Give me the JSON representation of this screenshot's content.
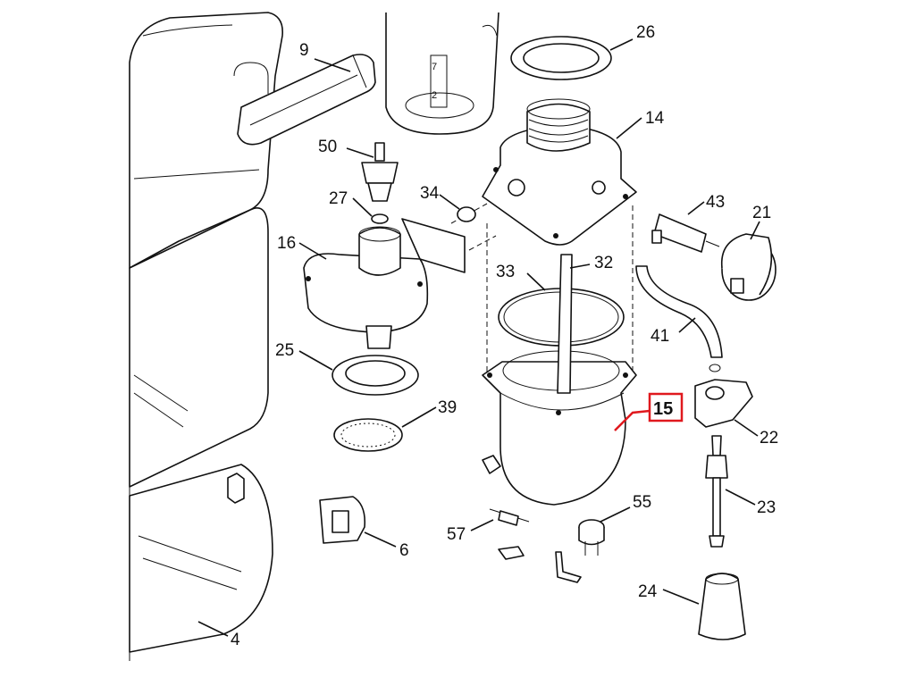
{
  "diagram": {
    "highlight_color": "#e0191e",
    "highlighted_part": "15",
    "labels": {
      "p4": "4",
      "p6": "6",
      "p9": "9",
      "p14": "14",
      "p15": "15",
      "p16": "16",
      "p21": "21",
      "p22": "22",
      "p23": "23",
      "p24": "24",
      "p25": "25",
      "p26": "26",
      "p27": "27",
      "p32": "32",
      "p33": "33",
      "p34": "34",
      "p39": "39",
      "p41": "41",
      "p43": "43",
      "p50": "50",
      "p55": "55",
      "p57": "57"
    },
    "tank_markings": {
      "top": "7",
      "bottom": "2"
    }
  }
}
